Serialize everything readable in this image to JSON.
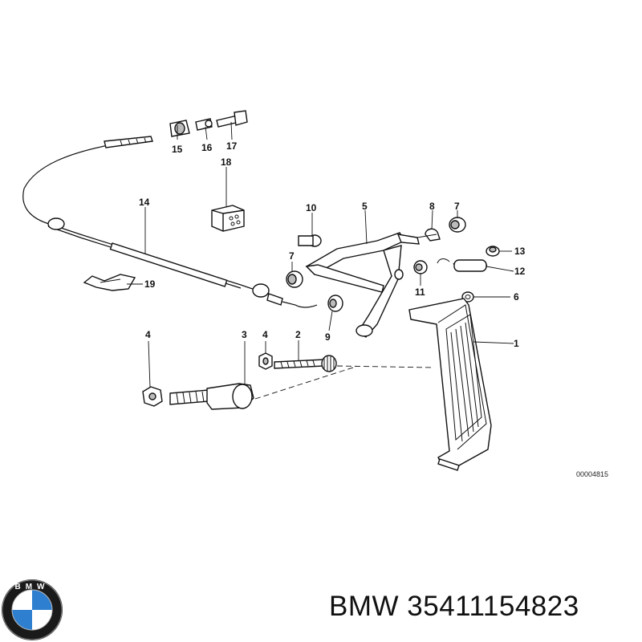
{
  "diagram": {
    "callouts": {
      "c1": "1",
      "c2": "2",
      "c3": "3",
      "c4a": "4",
      "c4b": "4",
      "c5": "5",
      "c6": "6",
      "c7a": "7",
      "c7b": "7",
      "c8": "8",
      "c9": "9",
      "c10": "10",
      "c11": "11",
      "c12": "12",
      "c13": "13",
      "c14": "14",
      "c15": "15",
      "c16": "16",
      "c17": "17",
      "c18": "18",
      "c19": "19"
    },
    "reference_code": "00004815"
  },
  "brand": {
    "logo_text": "BMW",
    "logo_colors": {
      "ring": "#1a1a1a",
      "blue": "#2f7fd0",
      "white": "#ffffff"
    },
    "name": "BMW",
    "part_number": "35411154823",
    "caption": "BMW 35411154823"
  }
}
